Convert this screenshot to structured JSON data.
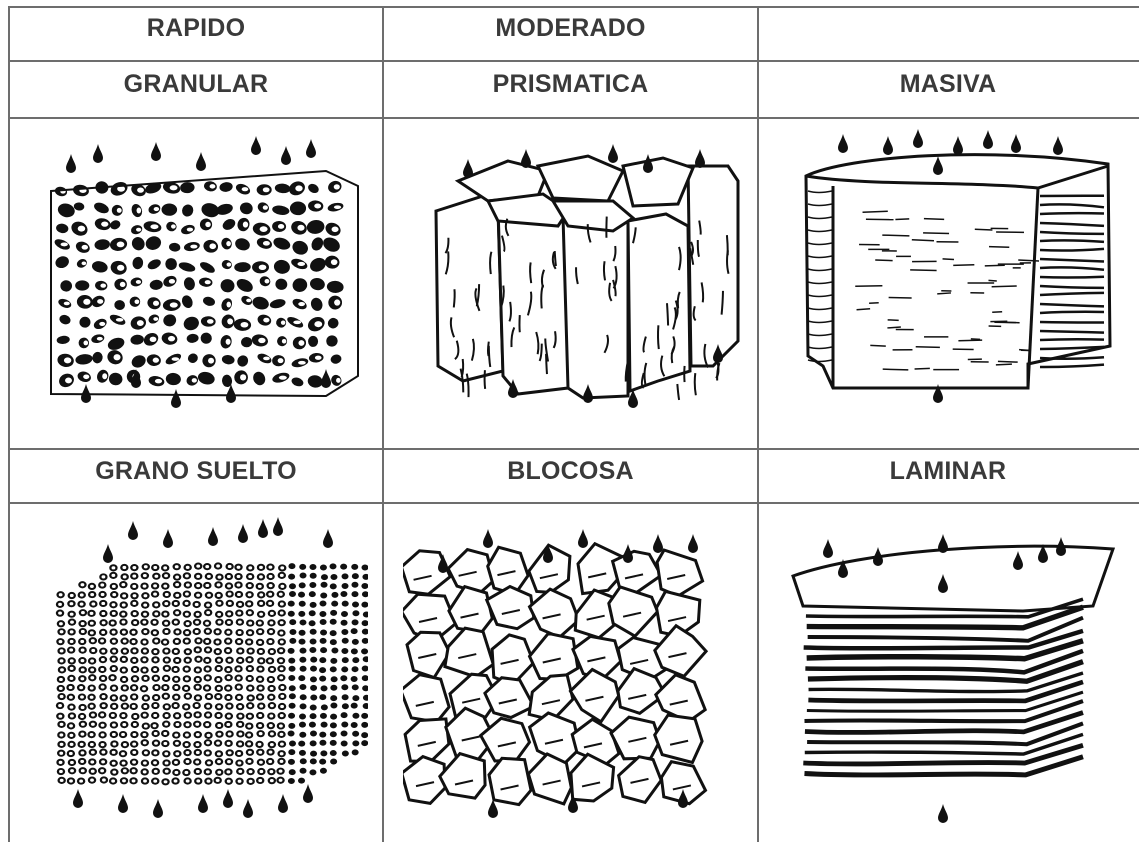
{
  "table": {
    "speed_row": [
      "RAPIDO",
      "MODERADO",
      ""
    ],
    "top_row": [
      "GRANULAR",
      "PRISMATICA",
      "MASIVA"
    ],
    "bottom_row": [
      "GRANO SUELTO",
      "BLOCOSA",
      "LAMINAR"
    ],
    "illustrations": [
      "granular-structure-illustration",
      "prismatic-structure-illustration",
      "massive-structure-illustration",
      "single-grain-structure-illustration",
      "blocky-structure-illustration",
      "laminar-structure-illustration"
    ]
  },
  "colors": {
    "ink": "#111111",
    "grid": "#6d6d6d",
    "text": "#3a3a3a"
  }
}
